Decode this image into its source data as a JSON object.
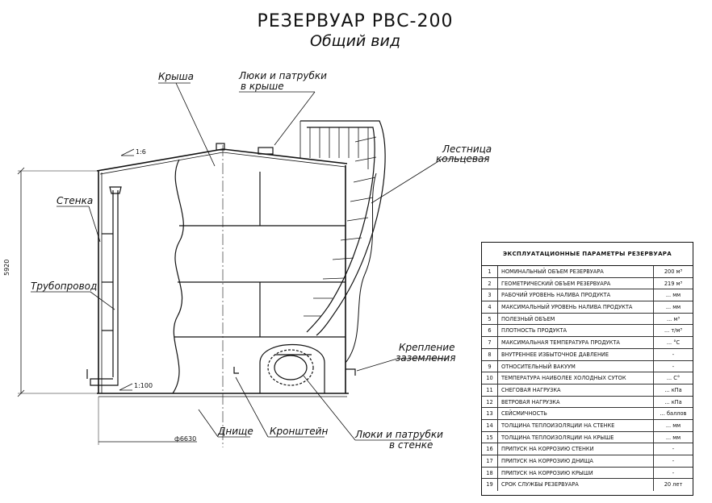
{
  "title": "РЕЗЕРВУАР РВС-200",
  "subtitle": "Общий вид",
  "labels": {
    "roof": "Крыша",
    "roof_hatches_1": "Люки и патрубки",
    "roof_hatches_2": "в крыше",
    "ladder_1": "Лестница",
    "ladder_2": "кольцевая",
    "wall": "Стенка",
    "pipeline": "Трубопровод",
    "grounding_1": "Крепление",
    "grounding_2": "заземления",
    "bottom": "Днище",
    "bracket": "Кронштейн",
    "wall_hatches_1": "Люки и патрубки",
    "wall_hatches_2": "в стенке"
  },
  "dimensions": {
    "roof_slope": "1:6",
    "bottom_slope": "1:100",
    "height": "5920",
    "diameter": "ф6630"
  },
  "table": {
    "header": "ЭКСПЛУАТАЦИОННЫЕ ПАРАМЕТРЫ РЕЗЕРВУАРА",
    "rows": [
      {
        "n": "1",
        "name": "НОМИНАЛЬНЫЙ ОБЪЕМ РЕЗЕРВУАРА",
        "value": "200 м³"
      },
      {
        "n": "2",
        "name": "ГЕОМЕТРИЧЕСКИЙ ОБЪЕМ РЕЗЕРВУАРА",
        "value": "219 м³"
      },
      {
        "n": "3",
        "name": "РАБОЧИЙ УРОВЕНЬ НАЛИВА ПРОДУКТА",
        "value": "... мм"
      },
      {
        "n": "4",
        "name": "МАКСИМАЛЬНЫЙ УРОВЕНЬ НАЛИВА ПРОДУКТА",
        "value": "... мм"
      },
      {
        "n": "5",
        "name": "ПОЛЕЗНЫЙ ОБЪЕМ",
        "value": "... м³"
      },
      {
        "n": "6",
        "name": "ПЛОТНОСТЬ ПРОДУКТА",
        "value": "... т/м³"
      },
      {
        "n": "7",
        "name": "МАКСИМАЛЬНАЯ ТЕМПЕРАТУРА ПРОДУКТА",
        "value": "... °С"
      },
      {
        "n": "8",
        "name": "ВНУТРЕННЕЕ ИЗБЫТОЧНОЕ ДАВЛЕНИЕ",
        "value": "-"
      },
      {
        "n": "9",
        "name": "ОТНОСИТЕЛЬНЫЙ ВАКУУМ",
        "value": "-"
      },
      {
        "n": "10",
        "name": "ТЕМПЕРАТУРА НАИБОЛЕЕ ХОЛОДНЫХ СУТОК",
        "value": "... С°"
      },
      {
        "n": "11",
        "name": "СНЕГОВАЯ НАГРУЗКА",
        "value": "... кПа"
      },
      {
        "n": "12",
        "name": "ВЕТРОВАЯ НАГРУЗКА",
        "value": "... кПа"
      },
      {
        "n": "13",
        "name": "СЕЙСМИЧНОСТЬ",
        "value": "... баллов"
      },
      {
        "n": "14",
        "name": "ТОЛЩИНА ТЕПЛОИЗОЛЯЦИИ НА СТЕНКЕ",
        "value": "... мм"
      },
      {
        "n": "15",
        "name": "ТОЛЩИНА ТЕПЛОИЗОЛЯЦИИ НА КРЫШЕ",
        "value": "... мм"
      },
      {
        "n": "16",
        "name": "ПРИПУСК НА КОРРОЗИЮ СТЕНКИ",
        "value": "-"
      },
      {
        "n": "17",
        "name": "ПРИПУСК НА КОРРОЗИЮ ДНИЩА",
        "value": "-"
      },
      {
        "n": "18",
        "name": "ПРИПУСК НА КОРРОЗИЮ КРЫШИ",
        "value": "-"
      },
      {
        "n": "19",
        "name": "СРОК СЛУЖБЫ РЕЗЕРВУАРА",
        "value": "20 лет"
      }
    ]
  }
}
